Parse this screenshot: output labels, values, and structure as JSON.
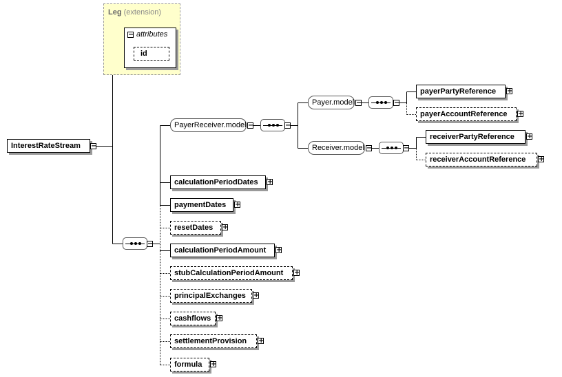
{
  "leg": {
    "title": "Leg",
    "subtitle": "(extension)",
    "attributes_label": "attributes",
    "attribute": "id"
  },
  "root": {
    "label": "InterestRateStream"
  },
  "groups": {
    "payer_receiver": "PayerReceiver.model",
    "payer": "Payer.model",
    "receiver": "Receiver.model"
  },
  "payer_elements": [
    {
      "label": "payerPartyReference",
      "optional": false
    },
    {
      "label": "payerAccountReference",
      "optional": true
    }
  ],
  "receiver_elements": [
    {
      "label": "receiverPartyReference",
      "optional": false
    },
    {
      "label": "receiverAccountReference",
      "optional": true
    }
  ],
  "elements": [
    {
      "label": "calculationPeriodDates",
      "optional": false
    },
    {
      "label": "paymentDates",
      "optional": false
    },
    {
      "label": "resetDates",
      "optional": true
    },
    {
      "label": "calculationPeriodAmount",
      "optional": false
    },
    {
      "label": "stubCalculationPeriodAmount",
      "optional": true
    },
    {
      "label": "principalExchanges",
      "optional": true
    },
    {
      "label": "cashflows",
      "optional": true
    },
    {
      "label": "settlementProvision",
      "optional": true
    },
    {
      "label": "formula",
      "optional": true
    }
  ]
}
